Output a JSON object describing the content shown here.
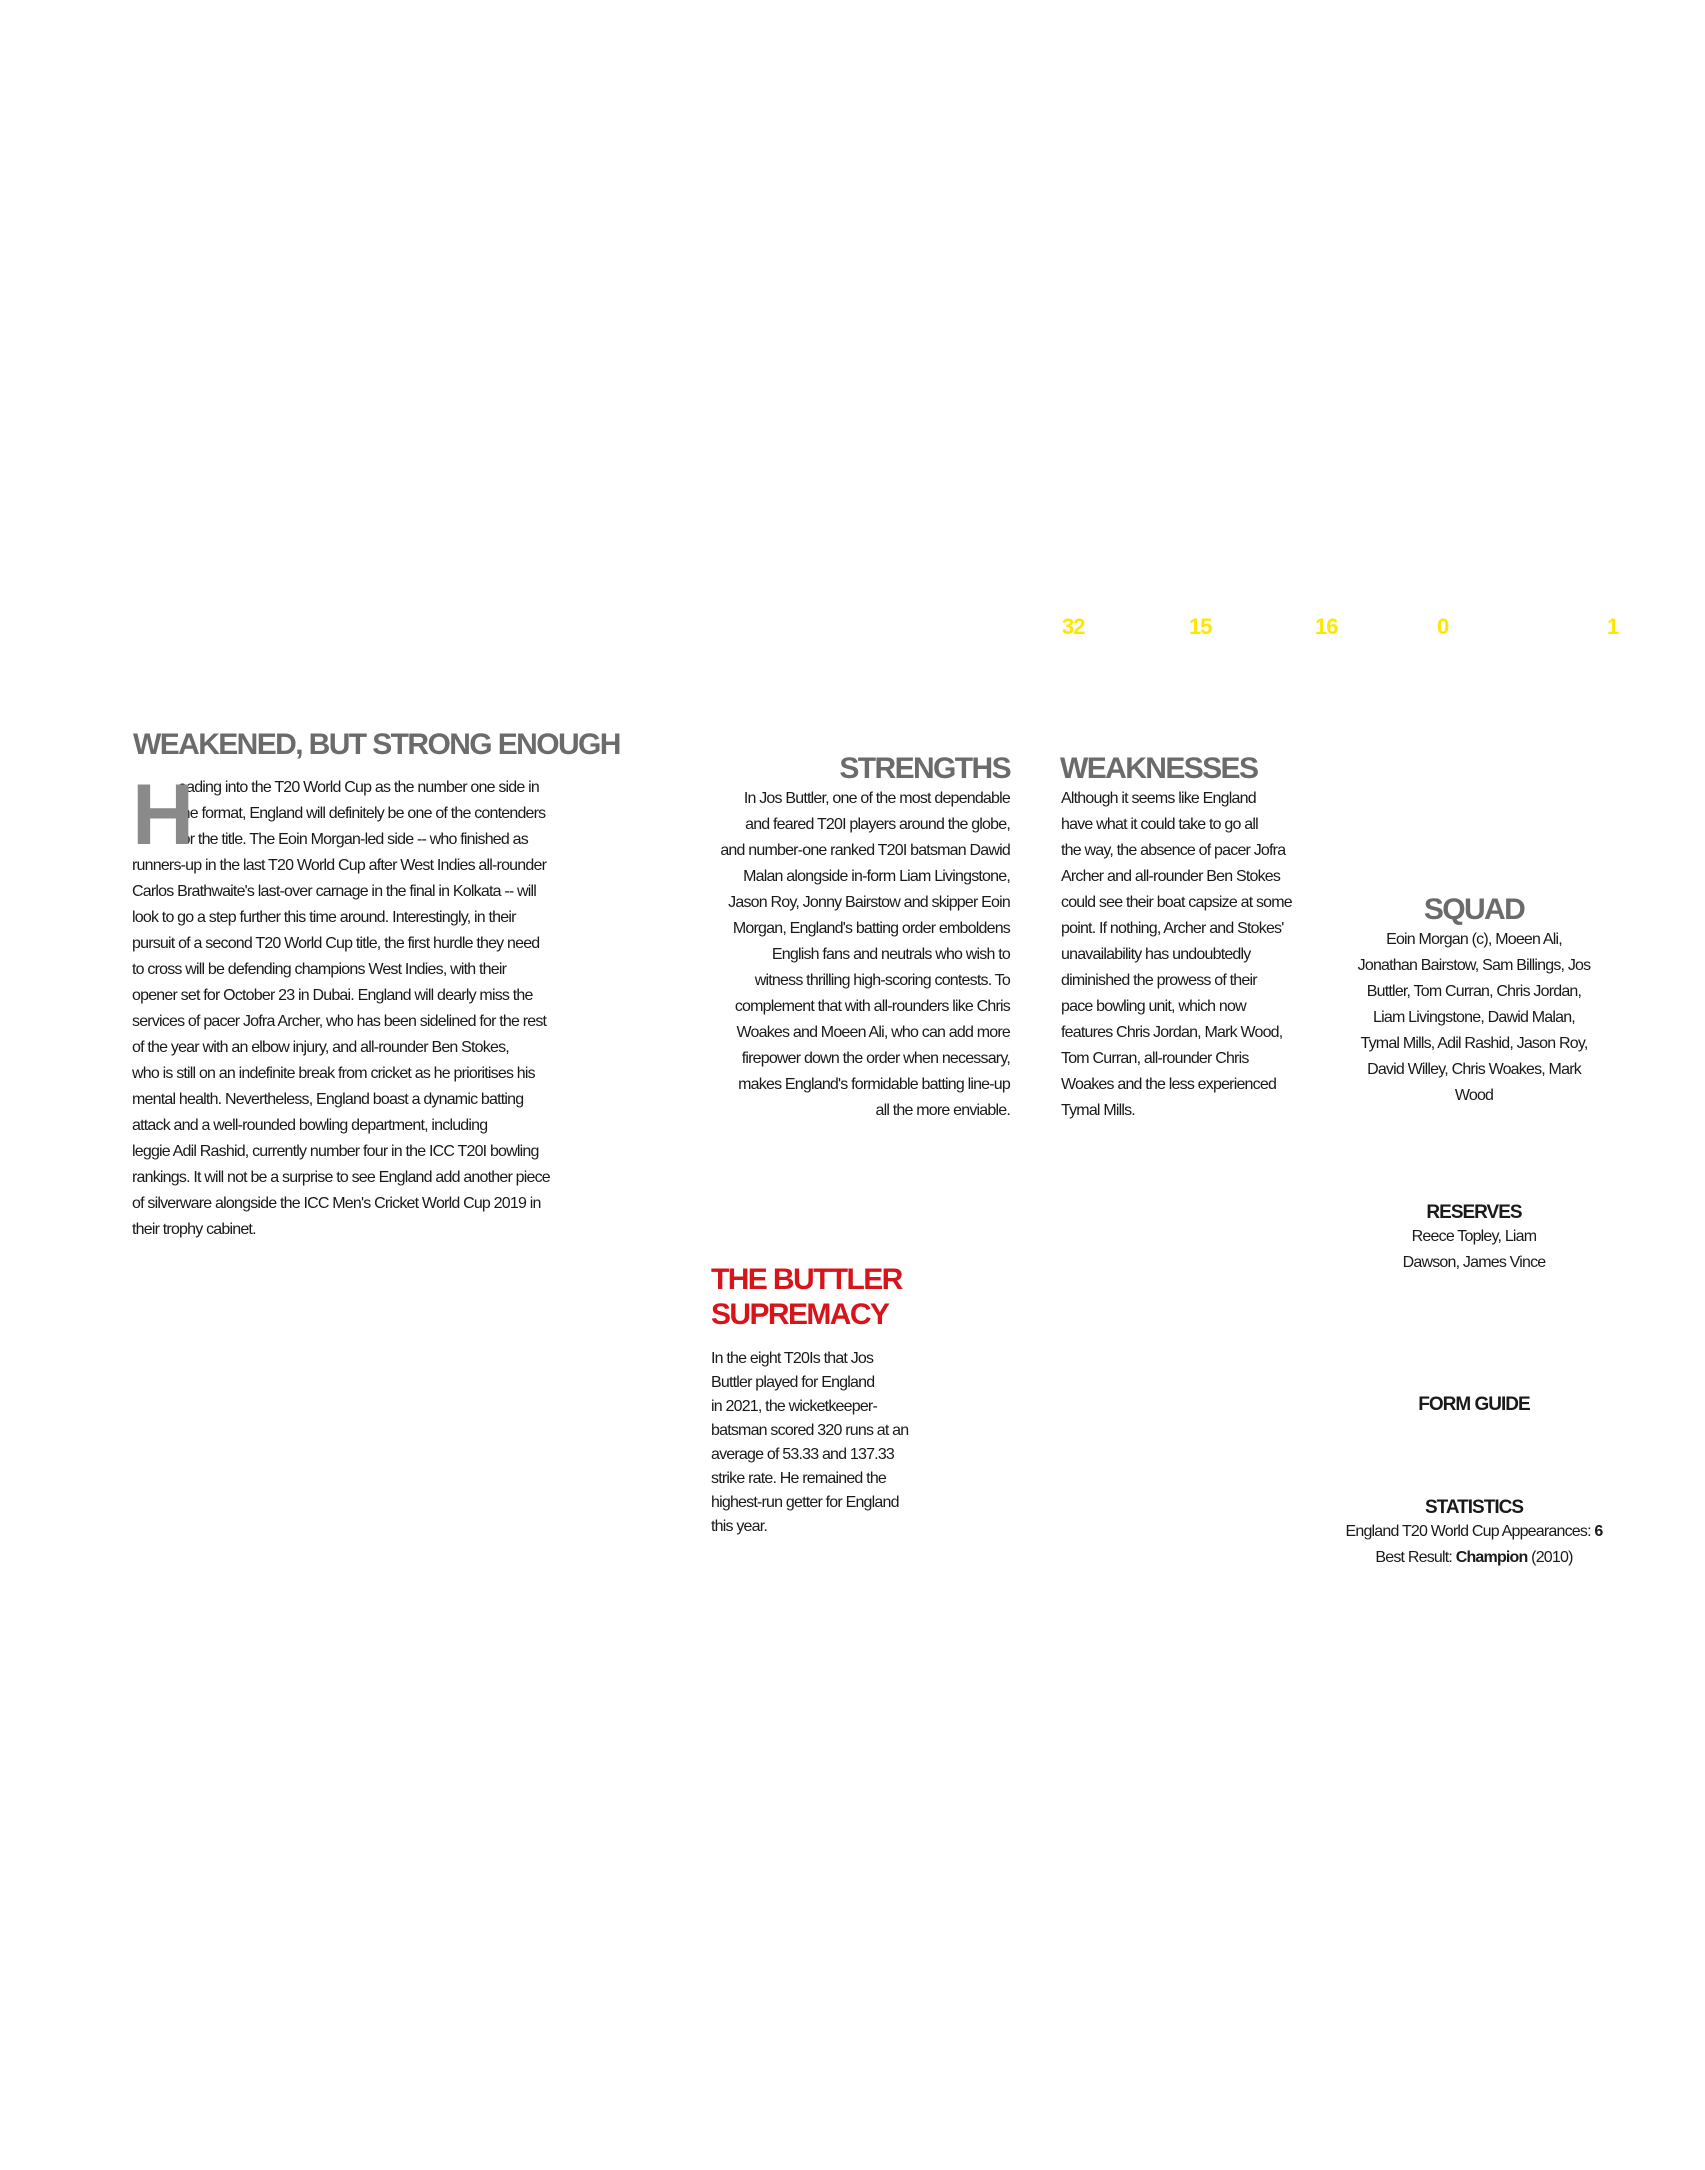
{
  "stats_numbers": [
    "32",
    "15",
    "16",
    "0",
    "1"
  ],
  "main": {
    "title": "WEAKENED, BUT STRONG ENOUGH",
    "dropcap": "H",
    "lines": [
      "eading into the T20 World Cup as the number one side in",
      "the format, England will definitely be one of the contenders",
      "for the title. The Eoin Morgan-led side -- who finished as",
      "runners-up in the last T20 World Cup after West Indies all-rounder",
      "Carlos Brathwaite's last-over carnage in the final in Kolkata -- will",
      "look to go a step further this time around. Interestingly, in their",
      "pursuit of a second T20 World Cup title, the first hurdle they need",
      "to cross will be defending champions West Indies, with their",
      "opener set for October 23 in Dubai. England will dearly miss the",
      "services of pacer Jofra Archer, who has been sidelined for the rest",
      "of the year with an elbow injury, and all-rounder Ben Stokes,",
      "who is still on an indefinite break from cricket as he prioritises his",
      "mental health. Nevertheless, England boast a dynamic batting",
      "attack and a well-rounded bowling department, including",
      "leggie Adil Rashid, currently number four in the ICC T20I bowling",
      "rankings. It will not be a surprise to see England add another piece",
      "of silverware alongside the ICC Men's Cricket World Cup 2019 in",
      "their trophy cabinet."
    ]
  },
  "strengths": {
    "title": "STRENGTHS",
    "lines": [
      "In Jos Buttler, one of the most dependable",
      "and feared T20I players around the globe,",
      "and number-one ranked T20I batsman Dawid",
      "Malan alongside in-form Liam Livingstone,",
      "Jason Roy, Jonny Bairstow and skipper Eoin",
      "Morgan, England's batting order emboldens",
      "English fans and neutrals who wish to",
      "witness thrilling high-scoring contests. To",
      "complement that with all-rounders like Chris",
      "Woakes and Moeen Ali, who can add more",
      "firepower down the order when necessary,",
      "makes England's formidable batting line-up",
      "all the more enviable."
    ]
  },
  "weaknesses": {
    "title": "WEAKNESSES",
    "lines": [
      "Although it seems like England",
      "have what it could take to go all",
      "the way, the absence of pacer Jofra",
      "Archer and all-rounder Ben Stokes",
      "could see their boat capsize at some",
      "point. If nothing, Archer and Stokes'",
      "unavailability has undoubtedly",
      "diminished the prowess of their",
      "pace bowling unit, which now",
      "features Chris Jordan, Mark Wood,",
      "Tom Curran, all-rounder Chris",
      "Woakes and the less experienced",
      "Tymal Mills."
    ]
  },
  "buttler": {
    "title_line1": "THE BUTTLER",
    "title_line2": "SUPREMACY",
    "lines": [
      "In the eight T20Is that Jos",
      "Buttler played for England",
      "in 2021, the wicketkeeper-",
      "batsman scored 320 runs at an",
      "average of 53.33 and 137.33",
      "strike rate. He remained the",
      "highest-run getter for England",
      "this year."
    ]
  },
  "squad": {
    "title": "SQUAD",
    "lines": [
      "Eoin Morgan (c), Moeen Ali,",
      "Jonathan Bairstow, Sam Billings, Jos",
      "Buttler, Tom Curran, Chris Jordan,",
      "Liam Livingstone, Dawid Malan,",
      "Tymal Mills, Adil Rashid, Jason Roy,",
      "David Willey, Chris Woakes, Mark",
      "Wood"
    ]
  },
  "reserves": {
    "title": "RESERVES",
    "lines": [
      "Reece Topley, Liam",
      "Dawson, James Vince"
    ]
  },
  "form_guide": {
    "title": "FORM GUIDE"
  },
  "statistics": {
    "title": "STATISTICS",
    "appearances_label": "England T20 World Cup Appearances: ",
    "appearances_value": "6",
    "best_label": "Best Result: ",
    "best_value": "Champion",
    "best_year": " (2010)"
  }
}
